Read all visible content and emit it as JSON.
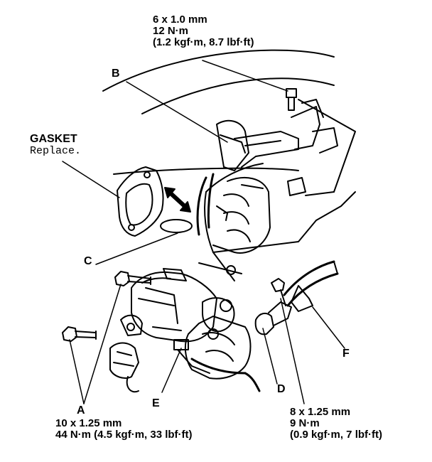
{
  "callouts": {
    "a": "A",
    "b": "B",
    "c": "C",
    "d": "D",
    "e": "E",
    "f": "F"
  },
  "specs": {
    "top_bolt": {
      "size": "6 x 1.0 mm",
      "torque_nm": "12 N·m",
      "torque_alt": "(1.2 kgf·m, 8.7 lbf·ft)"
    },
    "mount_bolts": {
      "size": "10 x 1.25 mm",
      "torque": "44 N·m (4.5 kgf·m, 33 lbf·ft)"
    },
    "terminal_nut": {
      "size": "8 x 1.25 mm",
      "torque_nm": "9 N·m",
      "torque_alt": "(0.9 kgf·m, 7 lbf·ft)"
    }
  },
  "gasket": {
    "title": "GASKET",
    "note": "Replace."
  }
}
